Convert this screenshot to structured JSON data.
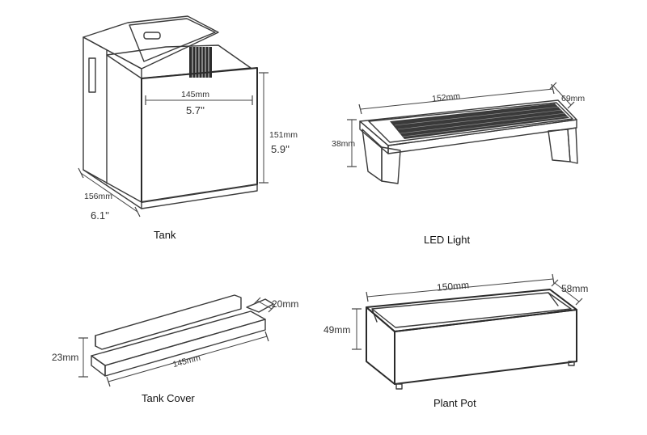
{
  "tank": {
    "caption": "Tank",
    "width_mm": "145mm",
    "width_in": "5.7''",
    "height_mm": "151mm",
    "height_in": "5.9''",
    "depth_mm": "156mm",
    "depth_in": "6.1''"
  },
  "led_light": {
    "caption": "LED Light",
    "length_mm": "152mm",
    "width_mm": "69mm",
    "height_mm": "38mm"
  },
  "tank_cover": {
    "caption": "Tank Cover",
    "length_mm": "145mm",
    "depth_mm": "20mm",
    "height_mm": "23mm"
  },
  "plant_pot": {
    "caption": "Plant Pot",
    "length_mm": "150mm",
    "depth_mm": "58mm",
    "height_mm": "49mm"
  }
}
